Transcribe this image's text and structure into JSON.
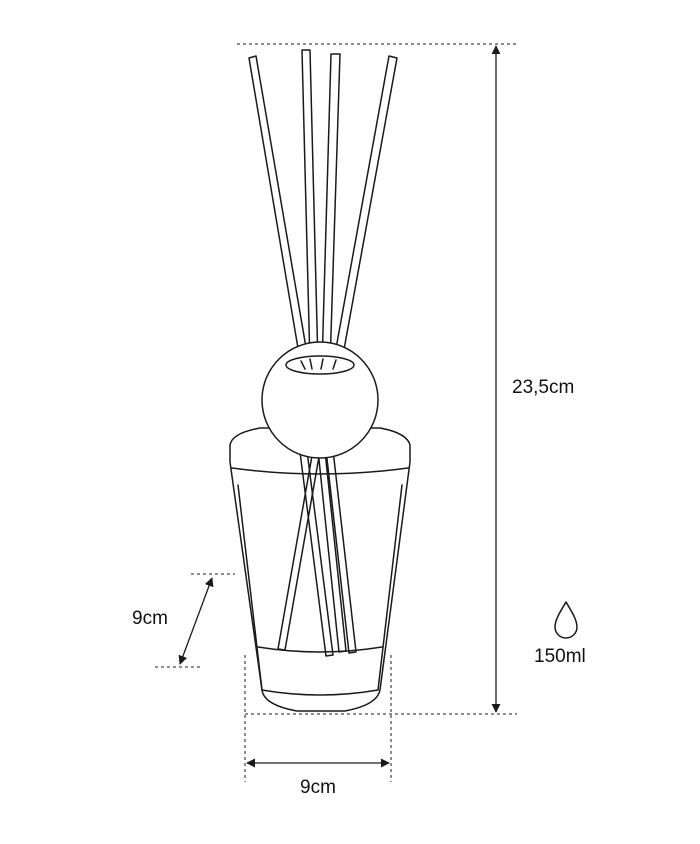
{
  "dimensions": {
    "height_label": "23,5cm",
    "width_label": "9cm",
    "depth_label": "9cm",
    "volume_label": "150ml"
  },
  "icons": {
    "volume": "drop-icon"
  },
  "colors": {
    "line": "#1a1a1a",
    "background": "#ffffff"
  }
}
